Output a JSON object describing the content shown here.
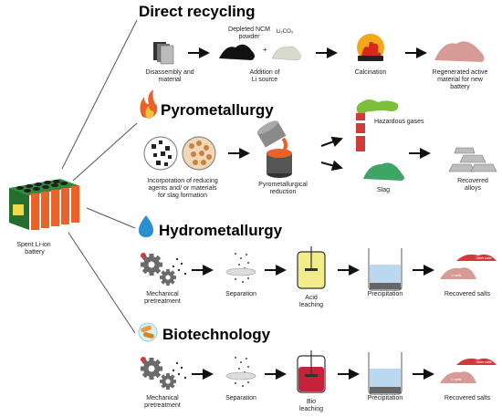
{
  "source": {
    "label": "Spent Li-ion\nbattery"
  },
  "colors": {
    "cell": "#e8622a",
    "board": "#2e8b3a",
    "slag": "#3fa565",
    "powder_pink": "#d69b95",
    "salt_red": "#d23a3a",
    "liquid_blue": "#bcd8ee",
    "acid_yellow": "#f3ec8a",
    "bio_red": "#c4233a"
  },
  "routes": {
    "direct": {
      "title": "Direct recycling",
      "steps": [
        "Disassembly and\nmaterial",
        "Depleted NCM\npowder",
        "Addition of\nLi source",
        "Calcination",
        "Regenerated active\nmaterial for new\nbattery"
      ],
      "li_source": "Li₂CO₃",
      "plus": "+"
    },
    "pyro": {
      "title": "Pyrometallurgy",
      "steps": [
        "Incorporation of reducing\nagents and/ or materials\nfor slag formation",
        "Pyrometallurgical\nreduction",
        "Hazardous gases",
        "Slag",
        "Recovered\nalloys"
      ],
      "icon": "flame-icon"
    },
    "hydro": {
      "title": "Hydrometallurgy",
      "steps": [
        "Mechanical\npretreatment",
        "Separation",
        "Acid\nleaching",
        "Precipitation",
        "Recovered salts"
      ],
      "icon": "water-drop-icon",
      "salt_tags": [
        "Other salts",
        "Li salts"
      ]
    },
    "bio": {
      "title": "Biotechnology",
      "steps": [
        "Mechanical\npretreatment",
        "Separation",
        "Bio\nleaching",
        "Precipitation",
        "Recovered salts"
      ],
      "icon": "bacteria-icon",
      "salt_tags": [
        "Other salts",
        "Li salts"
      ]
    }
  }
}
